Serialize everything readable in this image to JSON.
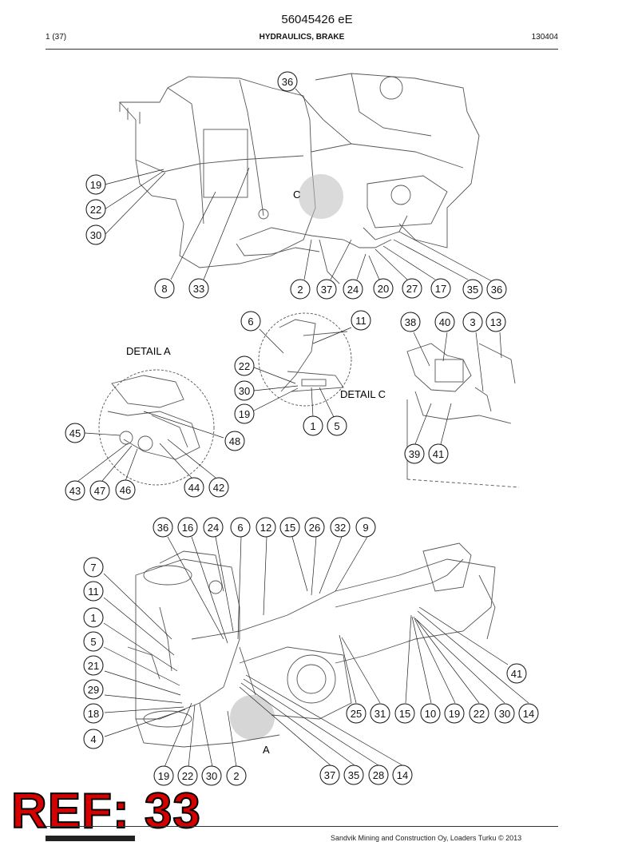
{
  "header": {
    "doc_id": "56045426 eE",
    "page": "1 (37)",
    "section": "HYDRAULICS, BRAKE",
    "date": "130404"
  },
  "labels": {
    "detail_a": "DETAIL A",
    "detail_c": "DETAIL C",
    "letter_c": "C",
    "letter_a": "A"
  },
  "callouts": {
    "top": [
      "36",
      "19",
      "22",
      "30",
      "8",
      "33",
      "2",
      "37",
      "24",
      "20",
      "27",
      "17",
      "35",
      "36"
    ],
    "detail_c": [
      "6",
      "11",
      "22",
      "30",
      "19",
      "1",
      "5"
    ],
    "detail_a": [
      "45",
      "48",
      "43",
      "47",
      "46",
      "44",
      "42"
    ],
    "pump": [
      "38",
      "40",
      "3",
      "13",
      "39",
      "41"
    ],
    "bottom_top_row": [
      "36",
      "16",
      "24",
      "6",
      "12",
      "15",
      "26",
      "32",
      "9"
    ],
    "bottom_left_col": [
      "7",
      "11",
      "1",
      "5",
      "21",
      "29",
      "18",
      "4"
    ],
    "bottom_right": [
      "41",
      "25",
      "31",
      "15",
      "10",
      "19",
      "22",
      "30",
      "14"
    ],
    "bottom_bottom_row": [
      "19",
      "22",
      "30",
      "2",
      "37",
      "35",
      "28",
      "14"
    ]
  },
  "ref_stamp": "REF: 33",
  "footer": {
    "text": "Sandvik Mining and Construction Oy, Loaders Turku © 2013"
  }
}
